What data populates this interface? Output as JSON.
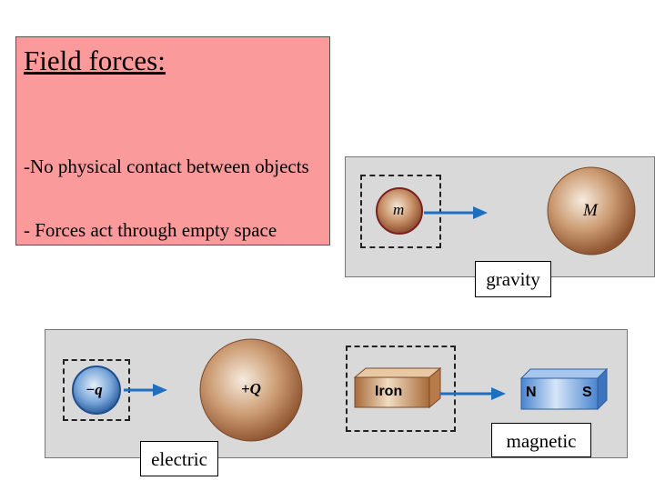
{
  "textbox": {
    "title": "Field forces:",
    "bullet1": "-No physical contact between objects",
    "bullet2": "- Forces act through empty space"
  },
  "gravity": {
    "label": "gravity",
    "small_mass": "m",
    "large_mass": "M"
  },
  "electric": {
    "label": "electric",
    "small_charge": "−q",
    "large_charge": "+Q"
  },
  "magnetic": {
    "label": "magnetic",
    "iron_label": "Iron",
    "north": "N",
    "south": "S"
  },
  "colors": {
    "textbox_bg": "#fa9a9a",
    "panel_bg": "#d9d9d9",
    "arrow": "#1f6fc0"
  }
}
